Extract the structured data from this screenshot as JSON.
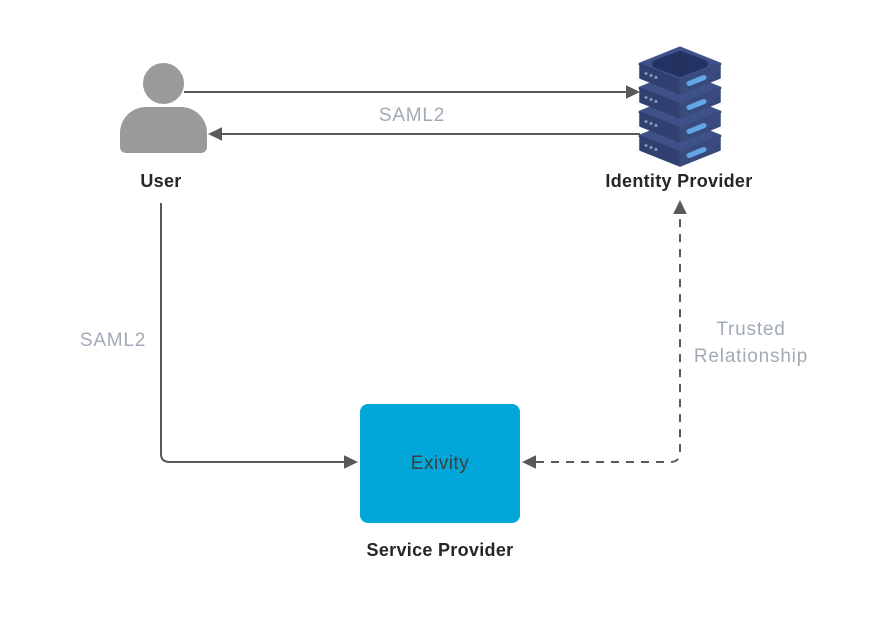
{
  "theme": {
    "bg": "#ffffff",
    "line": "#595959",
    "muted_label": "#a2aab8",
    "node_label": "#262626",
    "sp_fill": "#00a7d8",
    "sp_text": "#3e3e3e",
    "user_fill": "#9a9a9a",
    "server_rim": "#3e5189",
    "server_left": "#31406f",
    "server_right": "#394a7d",
    "server_inset": "#233260",
    "server_slot": "#63a6e8",
    "server_dot": "#8298c9"
  },
  "diagram": {
    "nodes": {
      "user": {
        "label": "User"
      },
      "identity_provider": {
        "label": "Identity Provider"
      },
      "service_provider": {
        "label": "Service Provider",
        "box_text": "Exivity"
      }
    },
    "edges": {
      "user_request": {
        "from": "User",
        "to": "Identity Provider",
        "style": "solid"
      },
      "idp_response": {
        "from": "Identity Provider",
        "to": "User",
        "style": "solid",
        "label": "SAML2"
      },
      "user_to_sp": {
        "from": "User",
        "to": "Service Provider",
        "style": "solid",
        "label": "SAML2"
      },
      "trust": {
        "from": "Service Provider",
        "to": "Identity Provider",
        "style": "dashed",
        "bidirectional": true,
        "label": "Trusted Relationship"
      }
    }
  }
}
